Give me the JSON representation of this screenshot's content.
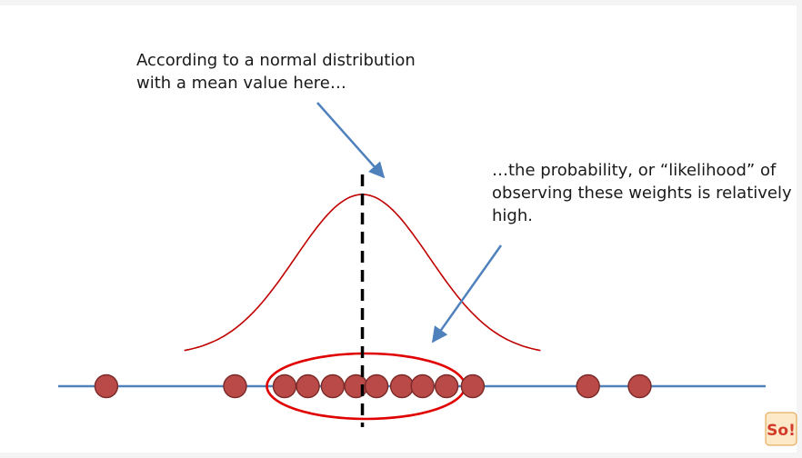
{
  "annotations": {
    "mean_text": [
      "According to a normal distribution",
      "with a mean value here…"
    ],
    "likelihood_text": [
      "…the probability, or “likelihood” of",
      "observing these weights is relatively",
      "high."
    ]
  },
  "diagram_data": {
    "number_line": {
      "range": [
        0,
        10
      ],
      "color": "#4f81bd"
    },
    "data_points": [
      0.68,
      2.5,
      3.2,
      3.53,
      3.88,
      4.21,
      4.5,
      4.86,
      5.15,
      5.49,
      5.86,
      7.49,
      8.22
    ],
    "normal_curve": {
      "mean": 4.3,
      "sd": 0.95,
      "color": "#c00000"
    },
    "mean_line": {
      "x": 4.3,
      "style": "dashed",
      "color": "#000000"
    },
    "highlight_ellipse": {
      "x_range": [
        2.95,
        5.75
      ],
      "color": "#e00000"
    },
    "colors": {
      "point_fill": "#b94a48",
      "point_stroke": "#7a2a28",
      "arrow": "#4f81bd"
    }
  },
  "logo": {
    "text": "So!"
  }
}
